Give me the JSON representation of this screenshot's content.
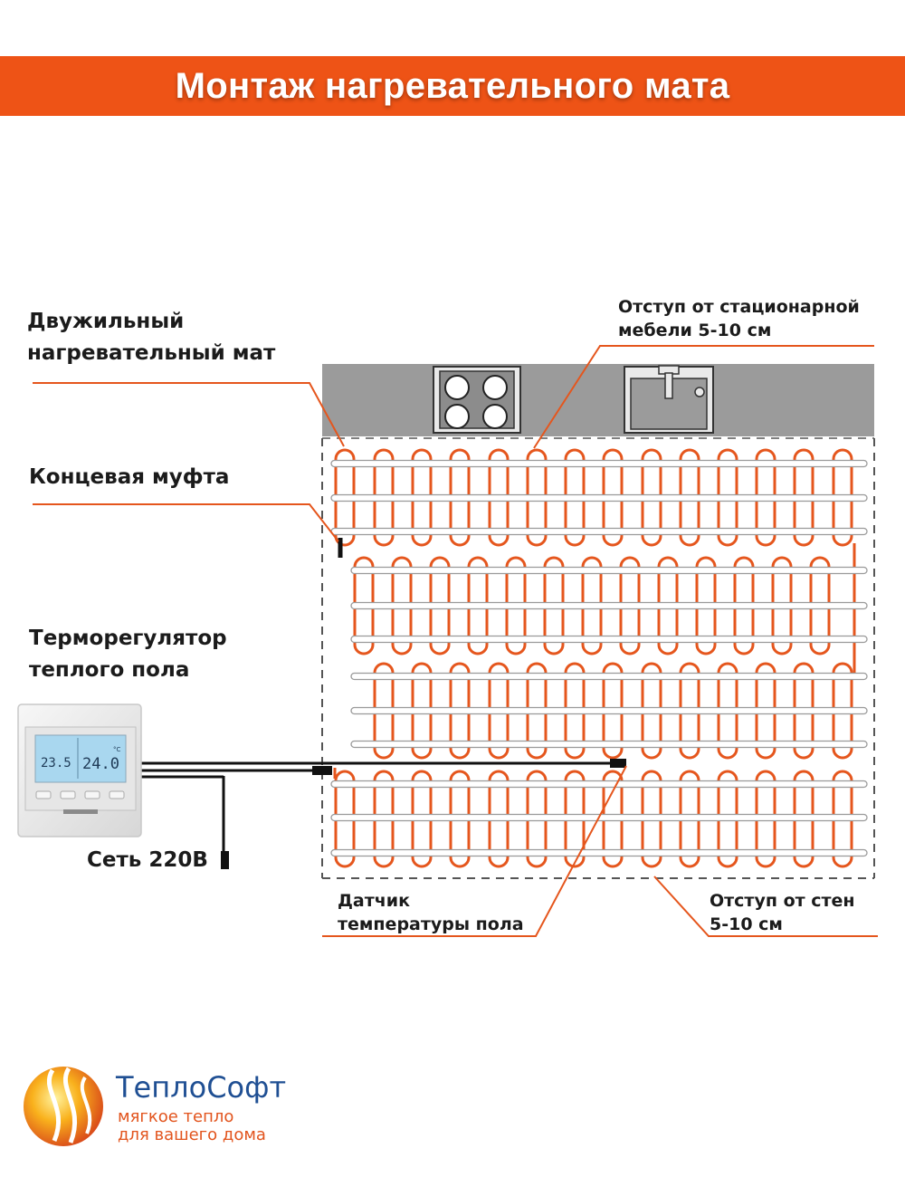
{
  "header": {
    "title": "Монтаж нагревательного мата",
    "background": "#ee5316"
  },
  "labels": {
    "mat_line1": "Двужильный",
    "mat_line2": "нагревательный мат",
    "end_coupling": "Концевая муфта",
    "thermostat_line1": "Терморегулятор",
    "thermostat_line2": "теплого пола",
    "mains": "Сеть 220В",
    "furniture_offset_line1": "Отступ от стационарной",
    "furniture_offset_line2": "мебели 5-10 см",
    "sensor_line1": "Датчик",
    "sensor_line2": "температуры пола",
    "wall_offset_line1": "Отступ от стен",
    "wall_offset_line2": "5-10 см"
  },
  "thermostat": {
    "left_reading": "23.5",
    "right_reading": "24.0",
    "unit": "°C"
  },
  "brand": {
    "name": "ТеплоСофт",
    "tagline_line1": "мягкое тепло",
    "tagline_line2": "для вашего дома",
    "name_color": "#1f4f93",
    "tagline_color": "#e2541d"
  },
  "colors": {
    "cable": "#e5561d",
    "leader": "#e5561d",
    "counter": "#9b9b9b"
  },
  "icons": [
    "hob-icon",
    "sink-icon",
    "thermostat-icon",
    "brand-logo-icon"
  ]
}
